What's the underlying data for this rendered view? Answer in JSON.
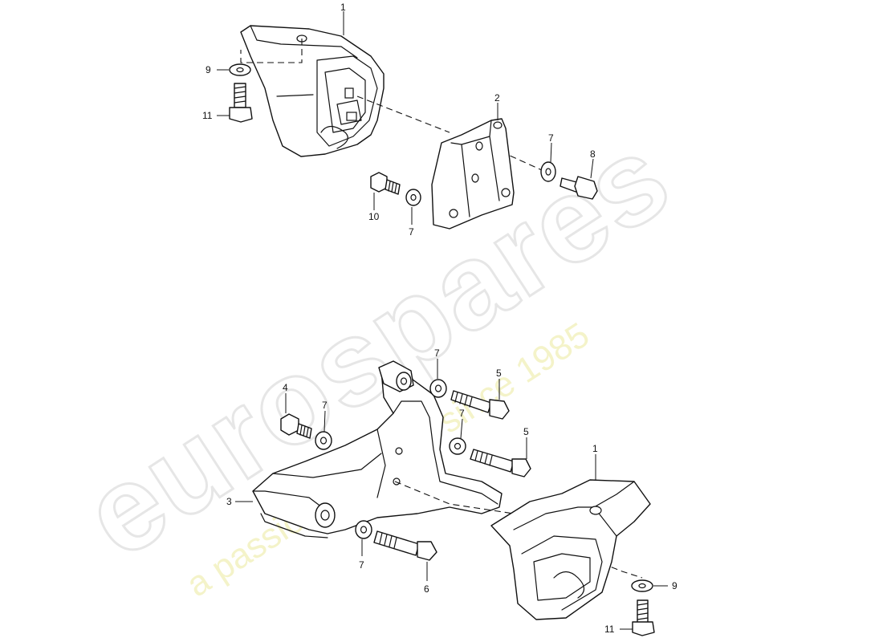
{
  "watermark": {
    "brand": "eurospares",
    "tagline": "a passion for parts since 1985",
    "colors": {
      "brand_outline": "#e6e6e6",
      "tagline": "#f1f0b8"
    }
  },
  "callouts": {
    "c1_top": "1",
    "c1_bottom": "1",
    "c2": "2",
    "c3": "3",
    "c4": "4",
    "c5_upper": "5",
    "c5_lower": "5",
    "c6": "6",
    "c7_top_right": "7",
    "c7_top_left": "7",
    "c7_mid_top": "7",
    "c7_mid_left": "7",
    "c7_mid_right": "7",
    "c7_bottom": "7",
    "c8": "8",
    "c9_top": "9",
    "c9_bottom": "9",
    "c10": "10",
    "c11_top": "11",
    "c11_bottom": "11"
  }
}
